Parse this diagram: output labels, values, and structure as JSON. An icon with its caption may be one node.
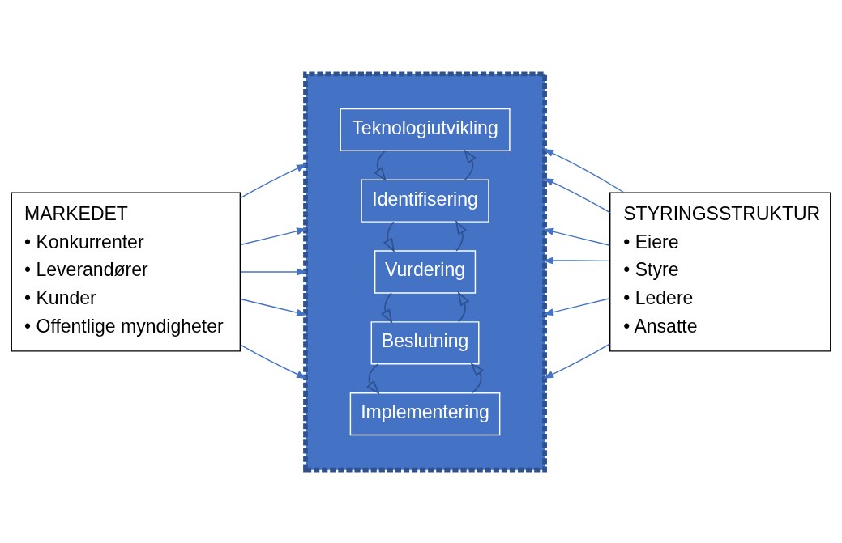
{
  "diagram": {
    "nodes": [
      {
        "text": [
          "MARKEDET",
          "• Konkurrenter",
          "• Leverandører",
          "• Kunder",
          "• Offentlige myndigheter"
        ]
      },
      {
        "text": [],
        "shape": "box"
      },
      {
        "text": [
          "Teknologiutvikling"
        ],
        "in": 1
      },
      {
        "text": [
          "Identifisering"
        ],
        "in": 1
      },
      {
        "text": [
          "Vurdering"
        ],
        "in": 1
      },
      {
        "text": [
          "Beslutning"
        ],
        "in": 1
      },
      {
        "text": [
          "Implementering"
        ],
        "in": 1
      },
      {
        "text": [
          "STYRINGSSTRUKTUR",
          "• Eiere",
          "• Styre",
          "• Ledere",
          "• Ansatte"
        ]
      }
    ],
    "edges": [
      {
        "from": 3,
        "to": 2,
        "arrow": "to"
      },
      {
        "from": 2,
        "to": 3,
        "arrow": "to"
      },
      {
        "from": 4,
        "to": 3,
        "arrow": "to"
      },
      {
        "from": 3,
        "to": 4,
        "arrow": "to"
      },
      {
        "from": 5,
        "to": 4,
        "arrow": "to"
      },
      {
        "from": 4,
        "to": 5,
        "arrow": "to"
      },
      {
        "from": 6,
        "to": 5,
        "arrow": "to"
      },
      {
        "from": 5,
        "to": 6,
        "arrow": "to"
      },
      {
        "from": 0,
        "to": 1,
        "arrow": "to"
      },
      {
        "from": 0,
        "to": 1,
        "arrow": "to"
      },
      {
        "from": 0,
        "to": 1,
        "arrow": "to"
      },
      {
        "from": 0,
        "to": 1,
        "arrow": "to"
      },
      {
        "from": 0,
        "to": 1,
        "arrow": "to"
      },
      {
        "from": 7,
        "to": 1,
        "arrow": "to"
      },
      {
        "from": 7,
        "to": 1,
        "arrow": "to"
      },
      {
        "from": 7,
        "to": 1,
        "arrow": "to"
      },
      {
        "from": 7,
        "to": 1,
        "arrow": "to"
      },
      {
        "from": 7,
        "to": 1,
        "arrow": "to"
      },
      {
        "from": 7,
        "to": 1,
        "arrow": "to"
      }
    ]
  }
}
